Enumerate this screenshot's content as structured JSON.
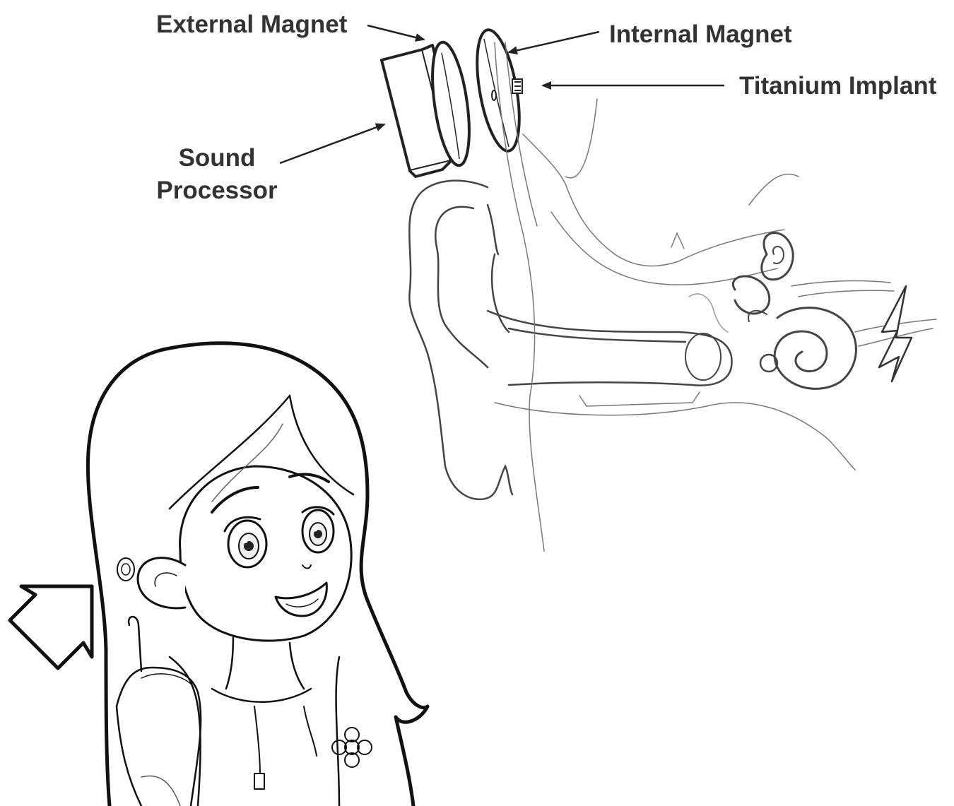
{
  "labels": {
    "external_magnet": "External Magnet",
    "internal_magnet": "Internal Magnet",
    "titanium_implant": "Titanium Implant",
    "sound_processor": [
      "Sound",
      "Processor"
    ]
  },
  "colors": {
    "ink": "#222222",
    "label_text": "#333333",
    "background": "#ffffff",
    "thin_line": "#777777"
  },
  "icons": {
    "pointer_arrow": "outlined-arrow-icon",
    "sound_signal": "lightning-bolt-icon"
  }
}
